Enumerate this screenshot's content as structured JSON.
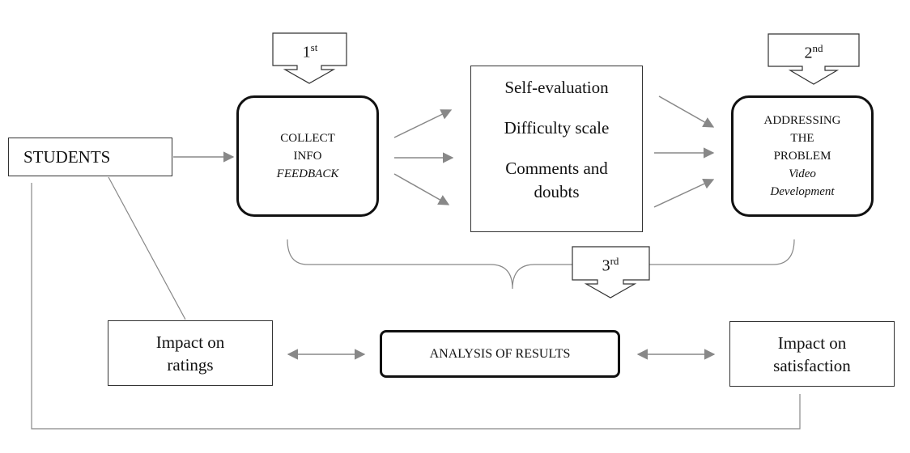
{
  "nodes": {
    "students": "STUDENTS",
    "collect": {
      "line1": "COLLECT",
      "line2": "INFO",
      "line3": "FEEDBACK"
    },
    "evaluations": {
      "item1": "Self-evaluation",
      "item2": "Difficulty scale",
      "item3a": "Comments and",
      "item3b": "doubts"
    },
    "addressing": {
      "line1": "ADDRESSING",
      "line2": "THE",
      "line3": "PROBLEM",
      "line4": "Video",
      "line5": "Development"
    },
    "impact_ratings": {
      "line1": "Impact on",
      "line2": "ratings"
    },
    "analysis": "ANALYSIS OF RESULTS",
    "impact_satisfaction": {
      "line1": "Impact on",
      "line2": "satisfaction"
    }
  },
  "steps": [
    {
      "num": "1",
      "suffix": "st"
    },
    {
      "num": "2",
      "suffix": "nd"
    },
    {
      "num": "3",
      "suffix": "rd"
    }
  ]
}
